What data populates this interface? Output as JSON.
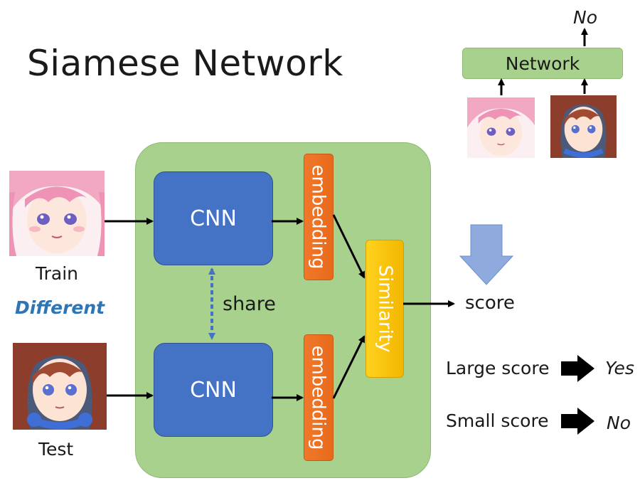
{
  "title": "Siamese Network",
  "left": {
    "train_label": "Train",
    "test_label": "Test",
    "relation_label": "Different",
    "relation_color": "#2e75b6"
  },
  "model": {
    "cnn_top_label": "CNN",
    "cnn_bottom_label": "CNN",
    "share_label": "share",
    "embedding_top_label": "embedding",
    "embedding_bottom_label": "embedding",
    "similarity_label": "Similarity",
    "panel_color": "#a9d18e",
    "cnn_color": "#4472c4",
    "embedding_color": "#ed7d31",
    "similarity_color": "#ffc000"
  },
  "output": {
    "score_label": "score"
  },
  "rules": [
    {
      "condition": "Large score",
      "result": "Yes"
    },
    {
      "condition": "Small score",
      "result": "No"
    }
  ],
  "inset": {
    "network_label": "Network",
    "output_label": "No"
  },
  "images": {
    "train_face": "pink-haired-anime-girl-portrait",
    "test_face": "auburn-haired-anime-girl-portrait-with-headphones"
  }
}
